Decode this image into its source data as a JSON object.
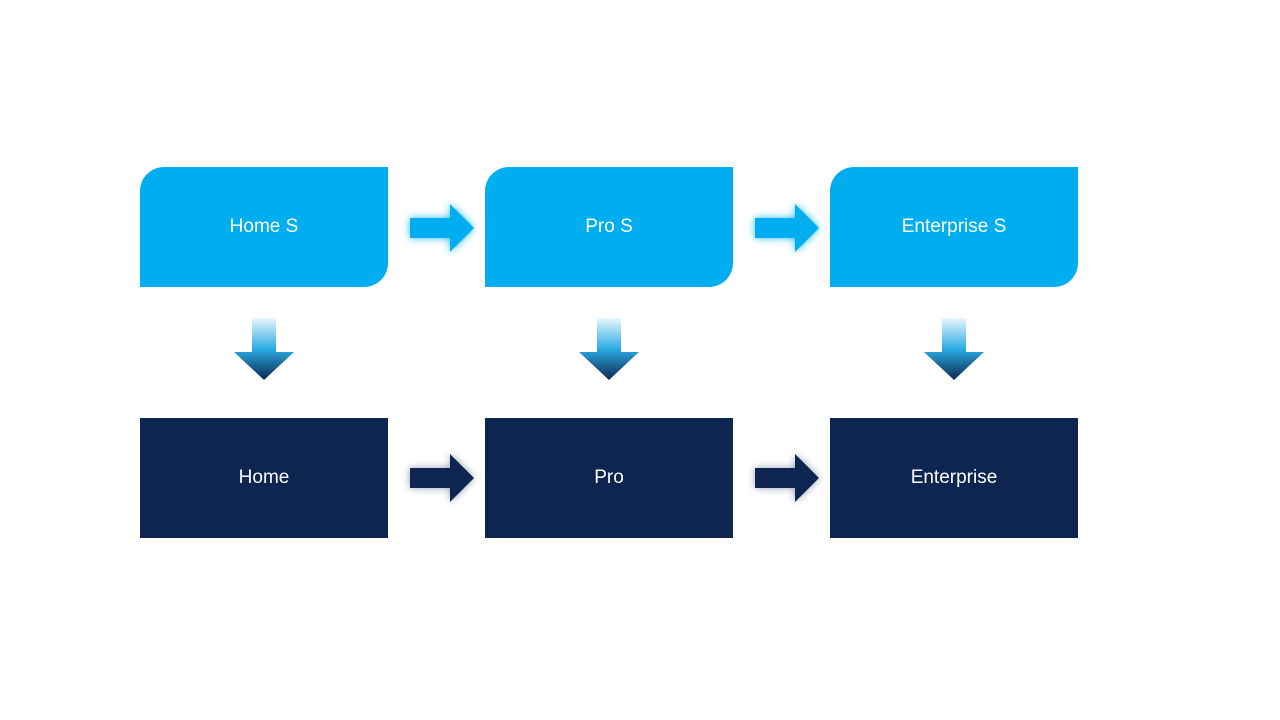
{
  "diagram": {
    "title": "edition-upgrade-flow-diagram",
    "boxes": {
      "top": [
        {
          "label": "Home S"
        },
        {
          "label": "Pro S"
        },
        {
          "label": "Enterprise S"
        }
      ],
      "bottom": [
        {
          "label": "Home"
        },
        {
          "label": "Pro"
        },
        {
          "label": "Enterprise"
        }
      ]
    },
    "connections": [
      {
        "from": "Home S",
        "to": "Pro S",
        "direction": "right"
      },
      {
        "from": "Pro S",
        "to": "Enterprise S",
        "direction": "right"
      },
      {
        "from": "Home",
        "to": "Pro",
        "direction": "right"
      },
      {
        "from": "Pro",
        "to": "Enterprise",
        "direction": "right"
      },
      {
        "from": "Home S",
        "to": "Home",
        "direction": "down"
      },
      {
        "from": "Pro S",
        "to": "Pro",
        "direction": "down"
      },
      {
        "from": "Enterprise S",
        "to": "Enterprise",
        "direction": "down"
      }
    ]
  },
  "colors": {
    "background": "#ffffff",
    "top_box_fill": "#00aeef",
    "bottom_box_fill": "#0d2550",
    "box_text": "#ffffff",
    "top_arrow_fill": "#00aeef",
    "bottom_arrow_fill": "#0d2550",
    "down_arrow_gradient": [
      "#e9f7fd",
      "#2aabe2",
      "#0c2752"
    ]
  }
}
